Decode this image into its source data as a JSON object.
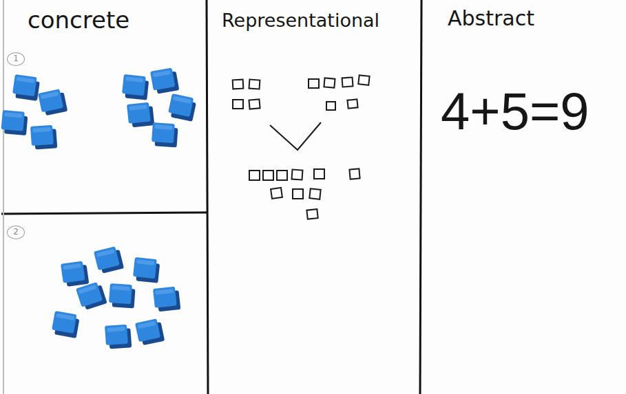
{
  "diagram": {
    "nodes": [
      {
        "text": [
          "concrete"
        ]
      },
      {
        "text": [
          "1"
        ],
        "in": 0
      },
      {
        "text": [
          "2"
        ],
        "in": 0
      },
      {
        "text": [
          "Representational"
        ]
      },
      {
        "text": [
          "Abstract",
          "4+5=9"
        ]
      }
    ]
  }
}
